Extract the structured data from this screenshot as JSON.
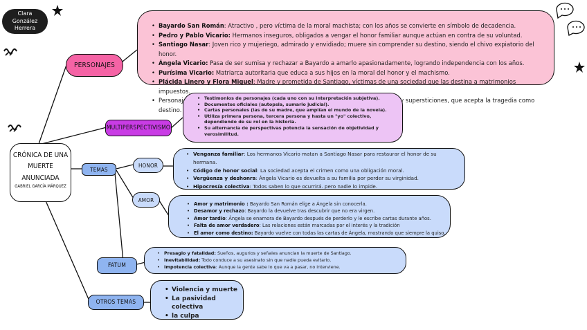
{
  "author": "Clara González Herrera",
  "center": {
    "title_line1": "CRÓNICA DE UNA",
    "title_line2": "MUERTE",
    "title_line3": "ANUNCIADA",
    "subtitle": "GABRIEL GARCÍA MÁRQUEZ"
  },
  "nodes": {
    "personajes": "PERSONAJES",
    "multiperspectivismo": "MULTIPERSPECTIVISMO",
    "temas": "TEMAS",
    "honor": "HONOR",
    "amor": "AMOR",
    "fatum": "FATUM",
    "otros_temas": "OTROS TEMAS"
  },
  "personajes_box": [
    {
      "term": "Bayardo San Román",
      "text": ": Atractivo , pero víctima de la moral machista; con los años se convierte en símbolo de decadencia."
    },
    {
      "term": "Pedro y Pablo Vicario:",
      "text": " Hermanos inseguros, obligados a vengar el honor familiar aunque actúan en contra de su voluntad."
    },
    {
      "term": "Santiago Nasar",
      "text": ": Joven rico y mujeriego, admirado y envidiado; muere sin comprender su destino, siendo el chivo expiatorio del honor."
    },
    {
      "term": "Ángela Vicario:",
      "text": " Pasa de ser sumisa y rechazar a Bayardo a amarlo apasionadamente, logrando independencia con los años."
    },
    {
      "term": "Purísima Vicario:",
      "text": " Matriarca autoritaria que educa a sus hijos en la moral del honor y el machismo."
    },
    {
      "term": "Plácida Linero y Flora Miguel",
      "text": ": Madre y prometida de Santiago, víctimas de una sociedad que las destina a matrimonios impuestos."
    },
    {
      "term": "",
      "text": "Personajes secundarios: Conforman una comunidad pasiva, atrapada en prejuicios y supersticiones, que acepta la tragedia como destino."
    }
  ],
  "multiperspectivismo_box": [
    "Testimonios de personajes (cada uno con su interpretación subjetiva).",
    "Documentos oficiales (autopsia, sumario judicial).",
    "Cartas personales (las de su madre, que amplían el mundo de la novela).",
    "Utiliza primera persona, tercera persona y hasta un \"yo\" colectivo, dependiendo de su rol en la historia.",
    "Su alternancia de perspectivas potencia la sensación de objetividad y verosimilitud."
  ],
  "honor_box": [
    {
      "term": "Venganza familiar",
      "text": ": Los hermanos Vicario matan a Santiago Nasar para restaurar el honor de su hermana."
    },
    {
      "term": "Código de honor social",
      "text": ": La sociedad acepta el crimen como una obligación moral."
    },
    {
      "term": "Vergüenza y deshonra",
      "text": ": Ángela Vicario es devuelta a su familia por perder su virginidad."
    },
    {
      "term": "Hipocresía colectiva",
      "text": ": Todos saben lo que ocurrirá. pero nadie lo impide."
    }
  ],
  "amor_box": [
    {
      "term": "Amor y matrimonio :",
      "text": " Bayardo San Román elige a Ángela sin conocerla."
    },
    {
      "term": "Desamor y rechazo",
      "text": ": Bayardo la devuelve tras descubrir que no era virgen."
    },
    {
      "term": "Amor tardío",
      "text": ": Ángela se enamora de Bayardo después de perderlo y le escribe cartas durante años."
    },
    {
      "term": "Falta de amor verdadero",
      "text": ": Las relaciones están marcadas por el interés y la tradición"
    },
    {
      "term": "El amor como destino:",
      "text": " Bayardo vuelve con todas las cartas de Ángela, mostrando que siempre la quiso."
    }
  ],
  "fatum_box": [
    {
      "term": "Presagio y fatalidad:",
      "text": " Sueños, augurios y señales anuncian la muerte de Santiago."
    },
    {
      "term": "Inevitabilidad:",
      "text": " Todo conduce a su asesinato sin que nadie pueda evitarlo."
    },
    {
      "term": "Impotencia colectiva",
      "text": ": Aunque la gente sabe lo que va a pasar, no interviene."
    }
  ],
  "otros_box": [
    "Violencia y muerte",
    "La pasividad colectiva",
    "la culpa"
  ],
  "colors": {
    "personajes_fill": "#fbc3d6",
    "personajes_pill": "#f563a5",
    "multi_fill": "#edc4f5",
    "multi_pill": "#c93ce5",
    "blue_fill": "#c9dbfb",
    "blue_pill": "#8fb4f0"
  }
}
